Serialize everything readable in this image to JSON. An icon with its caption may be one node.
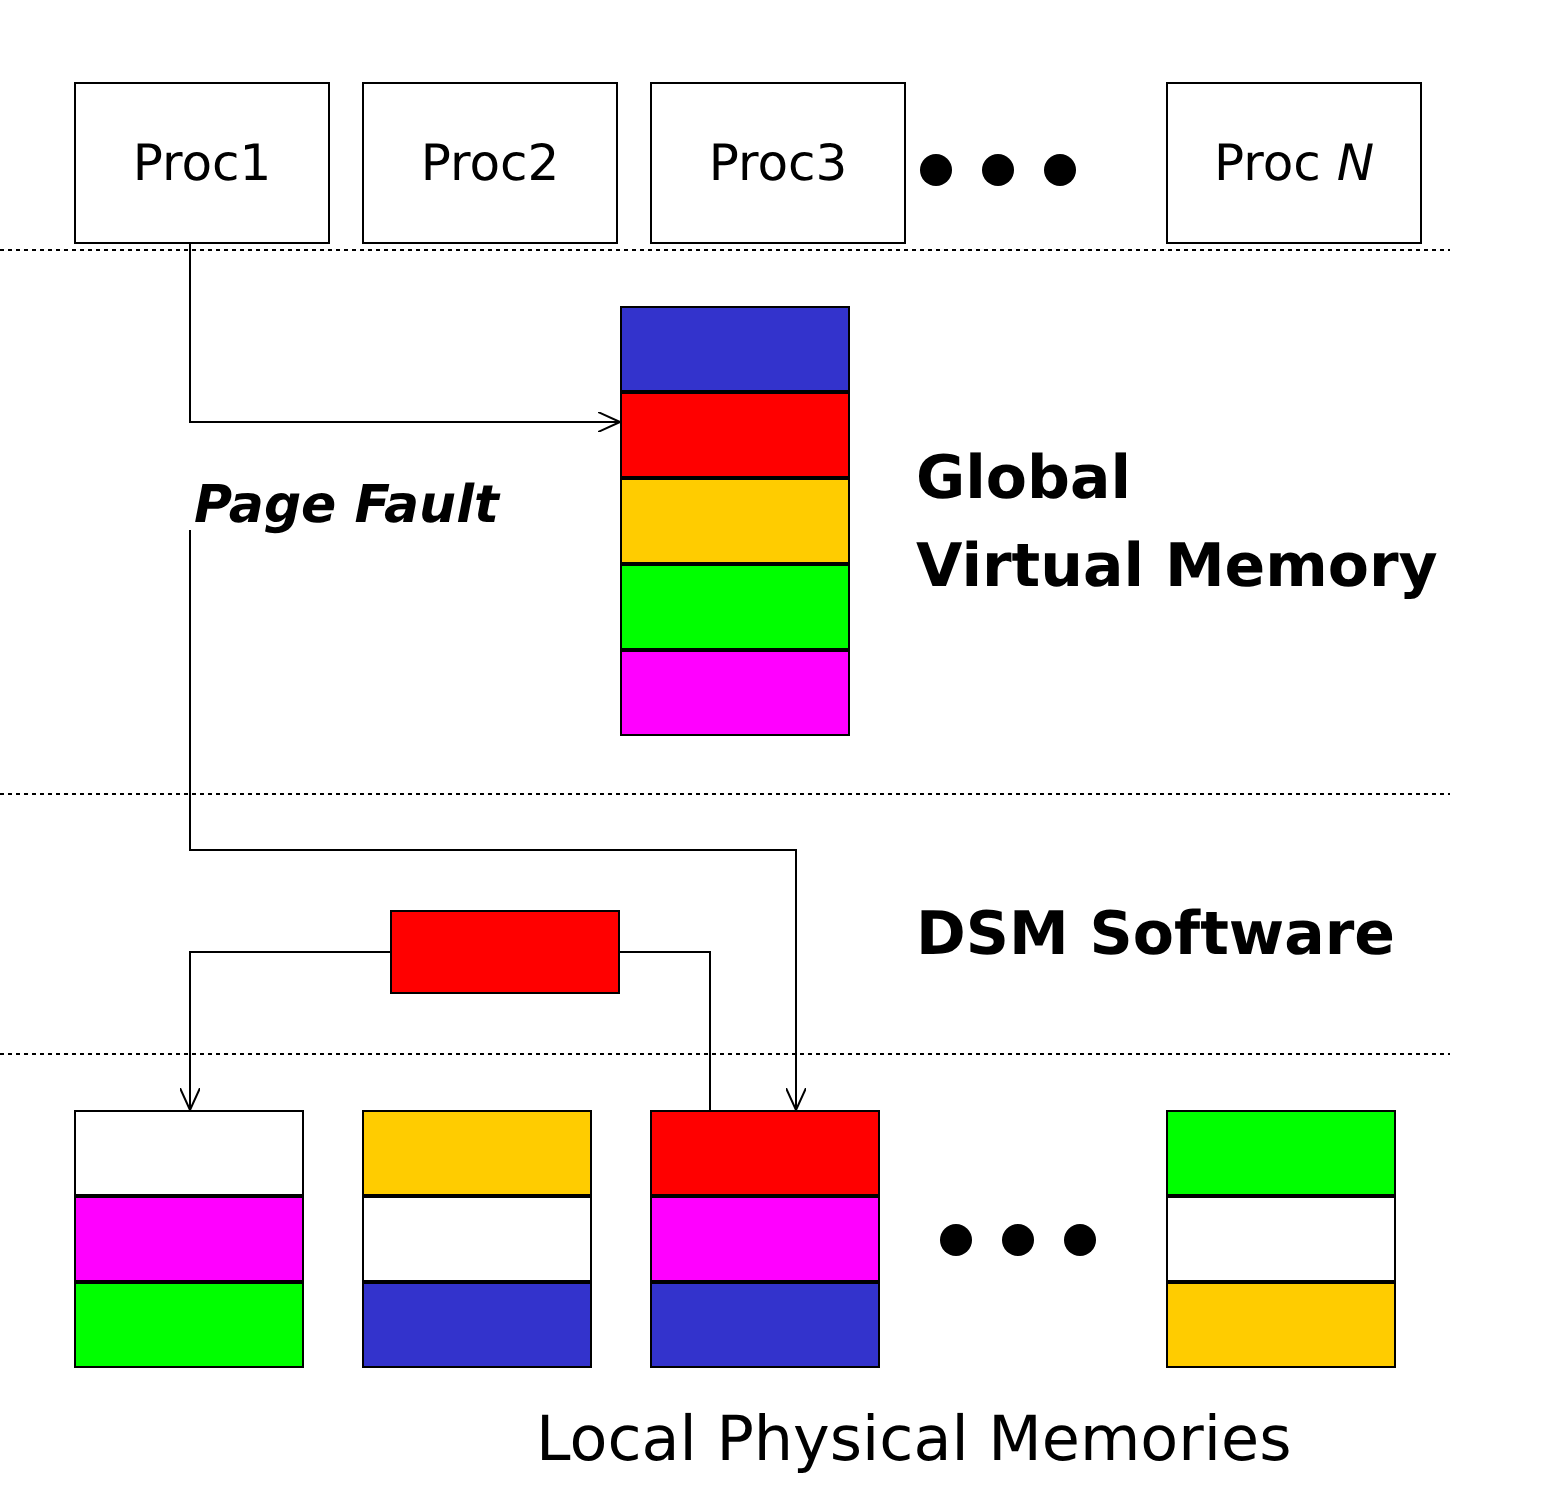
{
  "diagram": {
    "nodes": [
      {
        "text": [
          "Proc1"
        ]
      },
      {
        "text": [
          "Proc2"
        ]
      },
      {
        "text": [
          "Proc3"
        ]
      },
      {
        "text": [
          "Proc *N*"
        ]
      },
      {
        "text": [],
        "shape": "box"
      },
      {
        "text": [],
        "shape": "box"
      },
      {
        "text": [],
        "shape": "box"
      },
      {
        "text": [],
        "shape": "box"
      },
      {
        "text": [],
        "shape": "box"
      },
      {
        "text": [],
        "shape": "box"
      },
      {
        "text": [],
        "shape": "box"
      },
      {
        "text": [],
        "shape": "box"
      },
      {
        "text": [],
        "shape": "box"
      },
      {
        "text": [],
        "shape": "box"
      },
      {
        "text": [],
        "shape": "box"
      },
      {
        "text": [],
        "shape": "box"
      },
      {
        "text": [],
        "shape": "box"
      },
      {
        "text": [],
        "shape": "box"
      },
      {
        "text": [],
        "shape": "box"
      },
      {
        "text": [],
        "shape": "box"
      },
      {
        "text": [],
        "shape": "box"
      },
      {
        "text": [],
        "shape": "box"
      }
    ],
    "edges": [
      {
        "from": 0,
        "to": 5,
        "arrow": "to"
      },
      {
        "from": null,
        "to": 16,
        "arrow": "to",
        "label": "Page Fault"
      },
      {
        "from": 16,
        "to": 9,
        "arrow": "none"
      },
      {
        "from": 9,
        "to": 10,
        "arrow": "to"
      }
    ],
    "labels": [
      "Global Virtual Memory",
      "DSM Software",
      "Local Physical Memories"
    ]
  }
}
